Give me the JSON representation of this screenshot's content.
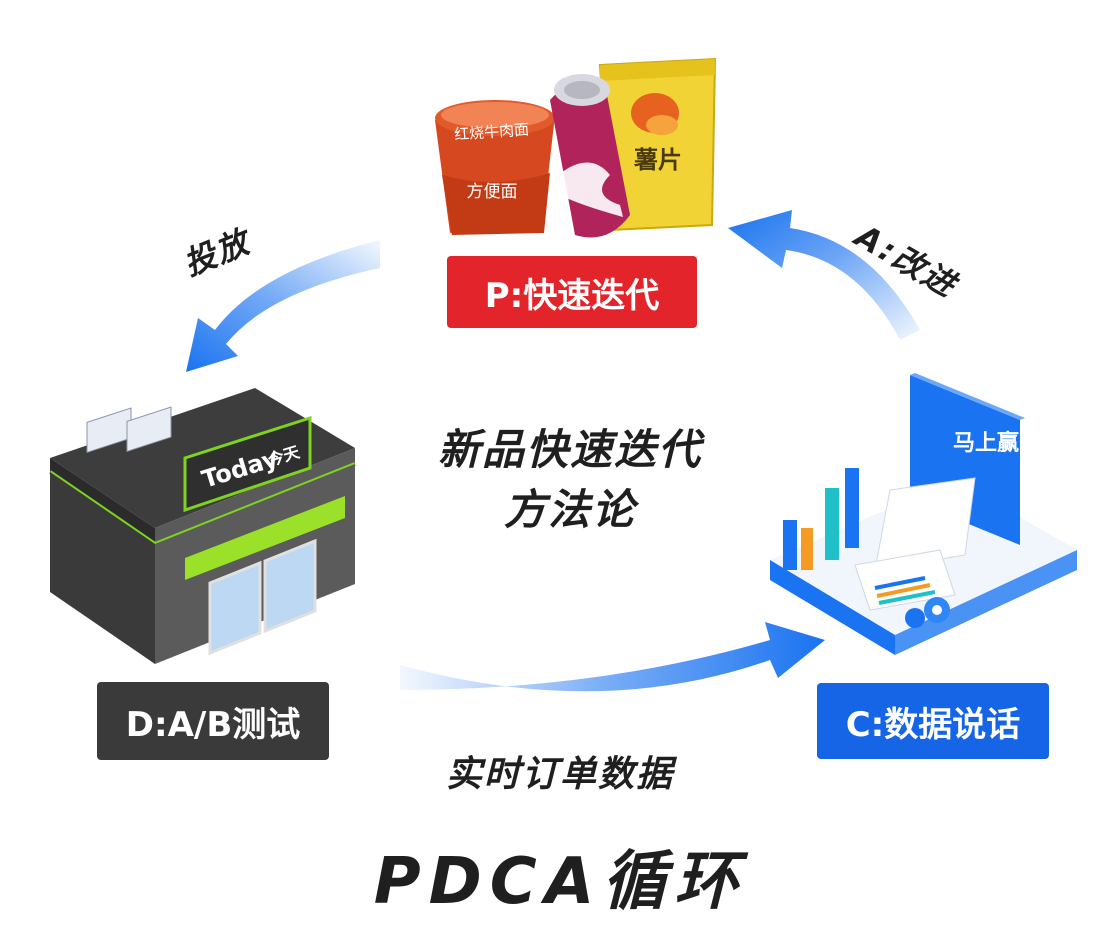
{
  "center": {
    "line1": "新品快速迭代",
    "line2": "方法论"
  },
  "title": "PDCA循环",
  "bottom_caption": "实时订单数据",
  "arrow_labels": {
    "top_left": "投放",
    "top_right": "A:改进"
  },
  "badges": {
    "p": "P:快速迭代",
    "d": "D:A/B测试",
    "c": "C:数据说话"
  },
  "product_labels": {
    "noodle_top": "红烧牛肉面",
    "noodle_front": "方便面",
    "chips": "薯片"
  },
  "store_sign": {
    "brand": "Today",
    "brand_cn": "今天"
  },
  "dashboard_brand": "马上赢",
  "colors": {
    "p_badge": "#e3242b",
    "d_badge": "#3a3a3a",
    "c_badge": "#1565e6",
    "arrow": "#1a73f0"
  }
}
